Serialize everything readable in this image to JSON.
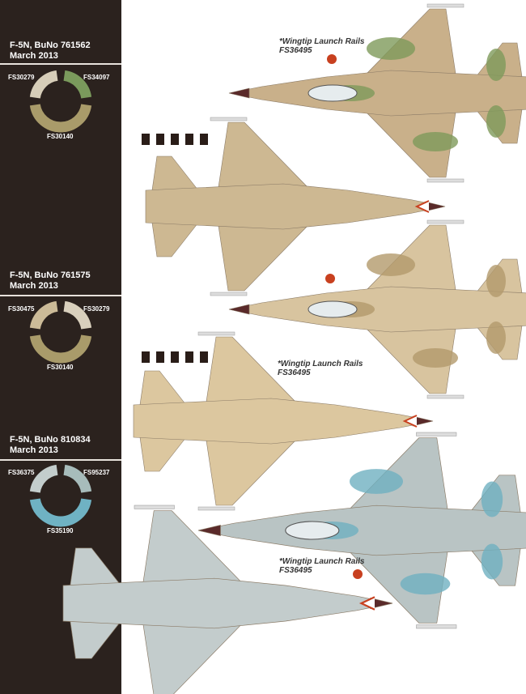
{
  "panels": [
    {
      "title": "F-5N, BuNo 761562",
      "date": "March 2013",
      "swatches": [
        {
          "label": "FS30279",
          "color": "#d6cdb8"
        },
        {
          "label": "FS34097",
          "color": "#7a9a5c"
        },
        {
          "label": "FS30140",
          "color": "#a99b6a"
        }
      ]
    },
    {
      "title": "F-5N, BuNo 761575",
      "date": "March 2013",
      "swatches": [
        {
          "label": "FS30475",
          "color": "#ccbb98"
        },
        {
          "label": "FS30279",
          "color": "#d9d0bd"
        },
        {
          "label": "FS30140",
          "color": "#a99b6a"
        }
      ]
    },
    {
      "title": "F-5N, BuNo 810834",
      "date": "March 2013",
      "swatches": [
        {
          "label": "FS36375",
          "color": "#c3cdcc"
        },
        {
          "label": "FS95237",
          "color": "#a7bcbb"
        },
        {
          "label": "FS35190",
          "color": "#6fb2c3"
        }
      ]
    }
  ],
  "notes": [
    {
      "line1": "*Wingtip Launch Rails",
      "line2": "FS36495"
    },
    {
      "line1": "*Wingtip Launch Rails",
      "line2": "FS36495"
    },
    {
      "line1": "*Wingtip Launch Rails",
      "line2": "FS36495"
    }
  ],
  "colors": {
    "panel_bg": "#2b221e",
    "insignia_red": "#c8401f",
    "nose_radome": "#5a2a2a"
  }
}
